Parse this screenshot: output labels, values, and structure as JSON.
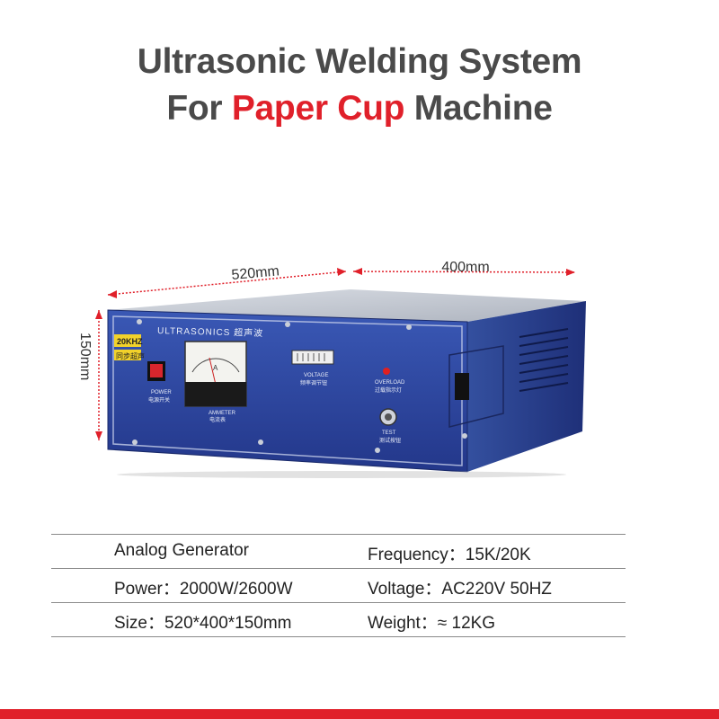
{
  "title": {
    "line1": "Ultrasonic Welding System",
    "line2_pre": "For ",
    "line2_highlight": "Paper Cup",
    "line2_post": " Machine"
  },
  "dimensions": {
    "width": "520mm",
    "depth": "400mm",
    "height": "150mm"
  },
  "machine": {
    "brand": "ULTRASONICS 超声波",
    "freq_label": "20KHZ",
    "sync_label": "同步超声",
    "power_label": "POWER",
    "power_cn": "电源开关",
    "ammeter_label": "AMMETER",
    "ammeter_cn": "电流表",
    "voltage_label": "VOLTAGE",
    "voltage_cn": "频率调节钮",
    "overload_label": "OVERLOAD",
    "overload_cn": "过载指示灯",
    "test_label": "TEST",
    "test_cn": "测试按钮",
    "meter_unit": "A"
  },
  "specs": [
    {
      "left": "Analog Generator",
      "right": "Frequency：15K/20K"
    },
    {
      "left": "Power：2000W/2600W",
      "right": "Voltage：AC220V 50HZ"
    },
    {
      "left": "Size：520*400*150mm",
      "right": "Weight：≈   12KG"
    }
  ],
  "colors": {
    "accent_red": "#e0202a",
    "title_gray": "#4a4a4a",
    "machine_blue": "#2f4a9e"
  }
}
